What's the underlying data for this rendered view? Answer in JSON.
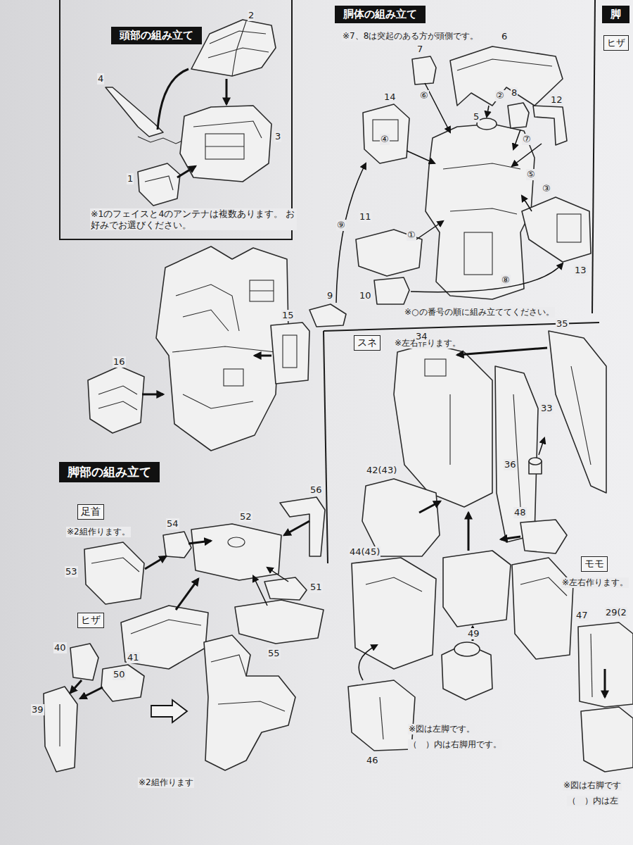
{
  "diagram": {
    "nodes": [
      {
        "text": [
          "頭部の組み立て"
        ]
      },
      {
        "text": [
          "胴体の組み立て"
        ]
      },
      {
        "text": [
          "脚"
        ]
      },
      {
        "text": [
          "ヒザ"
        ]
      },
      {
        "text": [
          "スネ"
        ]
      },
      {
        "text": [
          "脚部の組み立て"
        ]
      },
      {
        "text": [
          "足首"
        ]
      },
      {
        "text": [
          "ヒザ"
        ]
      },
      {
        "text": [
          "モモ"
        ]
      }
    ],
    "labels": [
      "2",
      "4",
      "3",
      "1",
      "※1のフェイスと4のアンテナは複数あります。 お好みでお選びください。",
      "※7、8は突起のある方が頭側です。",
      "7",
      "6",
      "⑥",
      "8",
      "②",
      "12",
      "14",
      "5",
      "⑦",
      "④",
      "⑤",
      "③",
      "⑨",
      "①",
      "13",
      "11",
      "9",
      "⑧",
      "10",
      "※○の番号の順に組み立ててください。",
      "15",
      "16",
      "※左右作ります。",
      "34",
      "35",
      "33",
      "36",
      "42(43)",
      "48",
      "44(45)",
      "47",
      "49",
      "※図は左脚です。",
      "（　）内は右脚用です。",
      "46",
      "※2組作ります。",
      "54",
      "52",
      "56",
      "53",
      "51",
      "55",
      "50",
      "40",
      "41",
      "39",
      "※2組作ります",
      "※左右作ります。",
      "29(2",
      "※図は右脚です",
      "（　）内は左"
    ]
  }
}
